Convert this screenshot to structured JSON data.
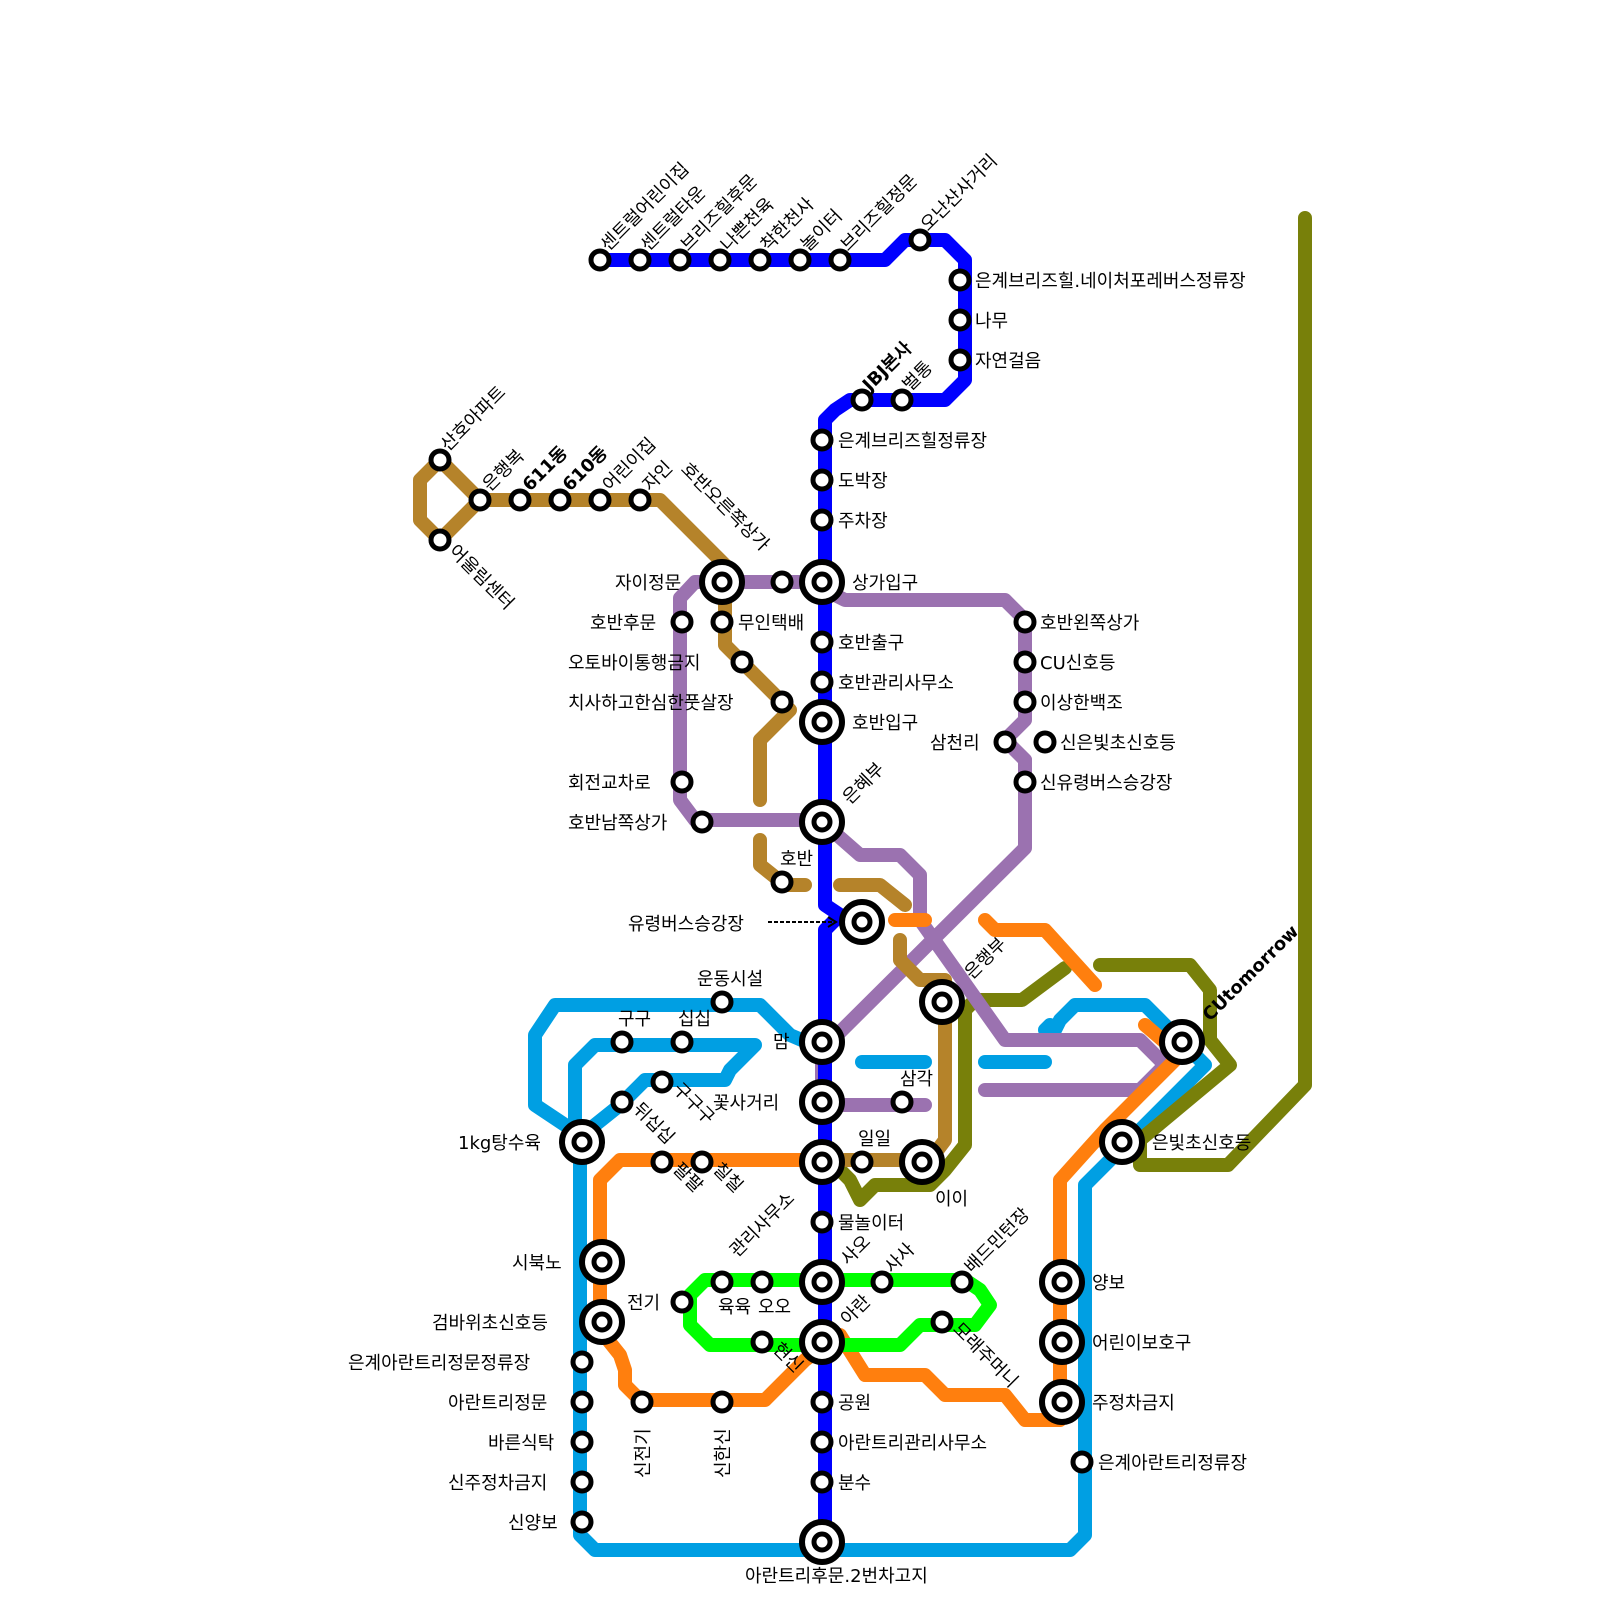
{
  "colors": {
    "blue": "#0000ff",
    "brown": "#b5832a",
    "purple": "#9b72b0",
    "orange": "#ff7f0e",
    "sky": "#009fe3",
    "olive": "#78800a",
    "green": "#00ff00",
    "station_ring": "#000000",
    "station_fill": "#ffffff"
  },
  "lines": [
    {
      "id": "blue",
      "color_key": "blue"
    },
    {
      "id": "brown",
      "color_key": "brown"
    },
    {
      "id": "purple",
      "color_key": "purple"
    },
    {
      "id": "orange",
      "color_key": "orange"
    },
    {
      "id": "sky",
      "color_key": "sky"
    },
    {
      "id": "olive",
      "color_key": "olive"
    },
    {
      "id": "green",
      "color_key": "green"
    }
  ],
  "stations": [
    {
      "name": "센트럴어린이집",
      "type": "single"
    },
    {
      "name": "센트럴타운",
      "type": "single"
    },
    {
      "name": "브리즈힐후문",
      "type": "single"
    },
    {
      "name": "나쁜천육",
      "type": "single"
    },
    {
      "name": "착한천사",
      "type": "single"
    },
    {
      "name": "놀이터",
      "type": "single"
    },
    {
      "name": "브리즈힐정문",
      "type": "single"
    },
    {
      "name": "오난산사거리",
      "type": "single"
    },
    {
      "name": "은계브리즈힐.네이처포레버스정류장",
      "type": "single"
    },
    {
      "name": "나무",
      "type": "single"
    },
    {
      "name": "자연걸음",
      "type": "single"
    },
    {
      "name": "JBJ본사",
      "type": "single"
    },
    {
      "name": "벌통",
      "type": "single"
    },
    {
      "name": "은계브리즈힐정류장",
      "type": "single"
    },
    {
      "name": "도박장",
      "type": "single"
    },
    {
      "name": "주차장",
      "type": "single"
    },
    {
      "name": "상가입구",
      "type": "interchange"
    },
    {
      "name": "호반출구",
      "type": "single"
    },
    {
      "name": "호반관리사무소",
      "type": "single"
    },
    {
      "name": "호반입구",
      "type": "interchange"
    },
    {
      "name": "은혜부",
      "type": "interchange"
    },
    {
      "name": "유령버스승강장",
      "type": "interchange"
    },
    {
      "name": "맘",
      "type": "interchange"
    },
    {
      "name": "꽃사거리",
      "type": "interchange"
    },
    {
      "name": "관리사무소",
      "type": "interchange"
    },
    {
      "name": "물놀이터",
      "type": "single"
    },
    {
      "name": "사오",
      "type": "interchange"
    },
    {
      "name": "아란",
      "type": "interchange"
    },
    {
      "name": "공원",
      "type": "single"
    },
    {
      "name": "아란트리관리사무소",
      "type": "single"
    },
    {
      "name": "분수",
      "type": "single"
    },
    {
      "name": "아란트리후문.2번차고지",
      "type": "interchange"
    },
    {
      "name": "산호아파트",
      "type": "single"
    },
    {
      "name": "어울림센터",
      "type": "single"
    },
    {
      "name": "은행복",
      "type": "single"
    },
    {
      "name": "611동",
      "type": "single"
    },
    {
      "name": "610동",
      "type": "single"
    },
    {
      "name": "어린이집",
      "type": "single"
    },
    {
      "name": "자인",
      "type": "single"
    },
    {
      "name": "호반오른쪽상가",
      "type": "single"
    },
    {
      "name": "자이정문",
      "type": "interchange"
    },
    {
      "name": "호반후문",
      "type": "single"
    },
    {
      "name": "무인택배",
      "type": "single"
    },
    {
      "name": "오토바이통행금지",
      "type": "single"
    },
    {
      "name": "치사하고한심한풋살장",
      "type": "single"
    },
    {
      "name": "회전교차로",
      "type": "single"
    },
    {
      "name": "호반남쪽상가",
      "type": "single"
    },
    {
      "name": "호반",
      "type": "single"
    },
    {
      "name": "호반왼쪽상가",
      "type": "single"
    },
    {
      "name": "CU신호등",
      "type": "single"
    },
    {
      "name": "이상한백조",
      "type": "single"
    },
    {
      "name": "삼천리",
      "type": "single"
    },
    {
      "name": "신은빛초신호등",
      "type": "single"
    },
    {
      "name": "신유령버스승강장",
      "type": "single"
    },
    {
      "name": "은행부",
      "type": "interchange"
    },
    {
      "name": "CUtomorrow",
      "type": "interchange"
    },
    {
      "name": "은빛초신호등",
      "type": "interchange"
    },
    {
      "name": "운동시설",
      "type": "single"
    },
    {
      "name": "구구",
      "type": "single"
    },
    {
      "name": "십십",
      "type": "single"
    },
    {
      "name": "삼각",
      "type": "single"
    },
    {
      "name": "일일",
      "type": "single"
    },
    {
      "name": "이이",
      "type": "interchange"
    },
    {
      "name": "1kg탕수육",
      "type": "interchange"
    },
    {
      "name": "구구구",
      "type": "single"
    },
    {
      "name": "뒤십십",
      "type": "single"
    },
    {
      "name": "팔팔",
      "type": "single"
    },
    {
      "name": "칠칠",
      "type": "single"
    },
    {
      "name": "시북노",
      "type": "interchange"
    },
    {
      "name": "검바위초신호등",
      "type": "interchange"
    },
    {
      "name": "은계아란트리정문정류장",
      "type": "single"
    },
    {
      "name": "아란트리정문",
      "type": "single"
    },
    {
      "name": "바른식탁",
      "type": "single"
    },
    {
      "name": "신주정차금지",
      "type": "single"
    },
    {
      "name": "신양보",
      "type": "single"
    },
    {
      "name": "전기",
      "type": "single"
    },
    {
      "name": "육육",
      "type": "single"
    },
    {
      "name": "오오",
      "type": "single"
    },
    {
      "name": "사사",
      "type": "single"
    },
    {
      "name": "배드민턴장",
      "type": "single"
    },
    {
      "name": "모래주머니",
      "type": "single"
    },
    {
      "name": "현신",
      "type": "single"
    },
    {
      "name": "신전기",
      "type": "single"
    },
    {
      "name": "신한신",
      "type": "single"
    },
    {
      "name": "양보",
      "type": "interchange"
    },
    {
      "name": "어린이보호구",
      "type": "interchange"
    },
    {
      "name": "주정차금지",
      "type": "interchange"
    },
    {
      "name": "은계아란트리정류장",
      "type": "single"
    }
  ]
}
